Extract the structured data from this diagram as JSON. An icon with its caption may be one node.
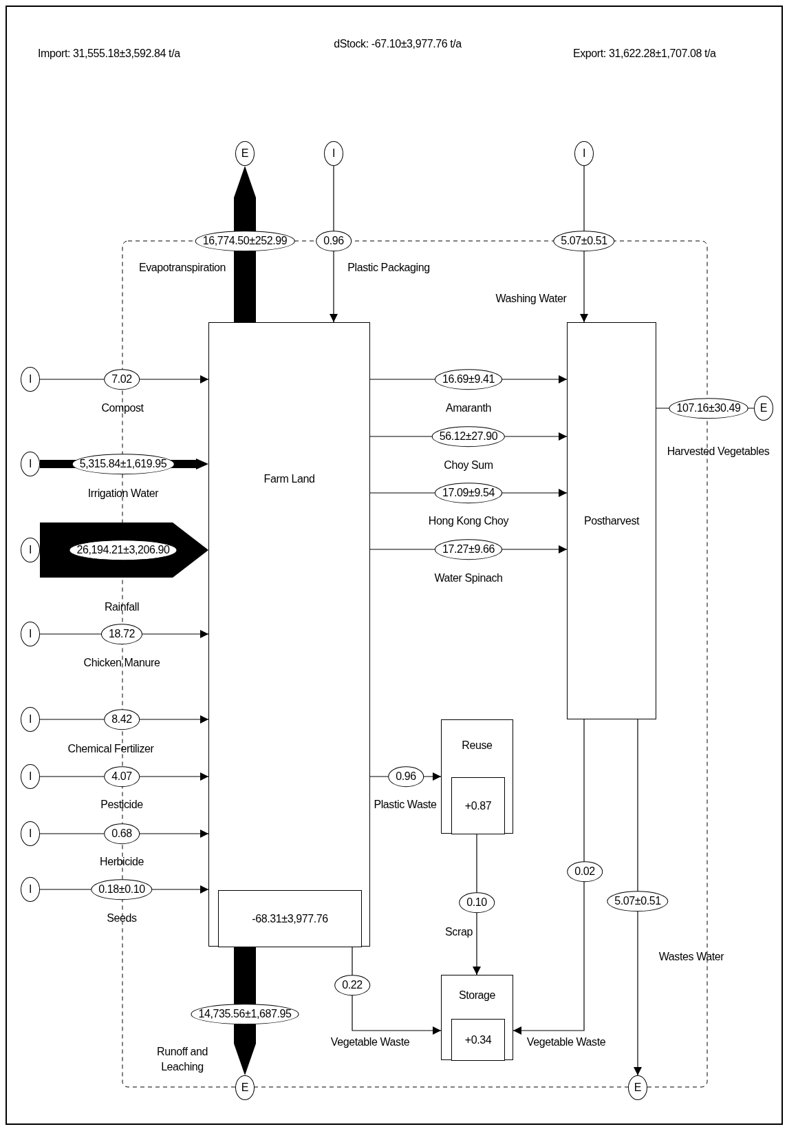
{
  "diagram": {
    "nodes": [
      {
        "text": [
          "E"
        ]
      },
      {
        "text": [
          "I"
        ]
      },
      {
        "text": [
          "I"
        ]
      },
      {
        "text": [
          "Farm Land"
        ]
      },
      {
        "text": [
          "-68.31±3,977.76"
        ],
        "in": 3
      },
      {
        "text": [
          "Postharvest"
        ]
      },
      {
        "text": [
          "I"
        ]
      },
      {
        "text": [
          "I"
        ]
      },
      {
        "text": [
          "I"
        ]
      },
      {
        "text": [
          "I"
        ]
      },
      {
        "text": [
          "I"
        ]
      },
      {
        "text": [
          "I"
        ]
      },
      {
        "text": [
          "I"
        ]
      },
      {
        "text": [
          "I"
        ]
      },
      {
        "text": [
          "E"
        ]
      },
      {
        "text": [
          "Reuse"
        ]
      },
      {
        "text": [
          "+0.87"
        ],
        "in": 15
      },
      {
        "text": [
          "Storage"
        ]
      },
      {
        "text": [
          "+0.34"
        ],
        "in": 17
      },
      {
        "text": [
          "E"
        ]
      },
      {
        "text": [
          "E"
        ]
      }
    ],
    "edges": [
      {
        "from": 3,
        "to": 0,
        "arrow": "to",
        "label": "16,774.50±252.99",
        "style": "thick"
      },
      {
        "from": 1,
        "to": 3,
        "arrow": "to",
        "label": "0.96"
      },
      {
        "from": 2,
        "to": 5,
        "arrow": "to",
        "label": "5.07±0.51"
      },
      {
        "from": 6,
        "to": 3,
        "arrow": "to",
        "label": "7.02"
      },
      {
        "from": 7,
        "to": 3,
        "arrow": "to",
        "label": "5,315.84±1,619.95",
        "style": "thick"
      },
      {
        "from": 8,
        "to": 3,
        "arrow": "to",
        "label": "26,194.21±3,206.90",
        "style": "thick"
      },
      {
        "from": 9,
        "to": 3,
        "arrow": "to",
        "label": "18.72"
      },
      {
        "from": 10,
        "to": 3,
        "arrow": "to",
        "label": "8.42"
      },
      {
        "from": 11,
        "to": 3,
        "arrow": "to",
        "label": "4.07"
      },
      {
        "from": 12,
        "to": 3,
        "arrow": "to",
        "label": "0.68"
      },
      {
        "from": 13,
        "to": 3,
        "arrow": "to",
        "label": "0.18±0.10"
      },
      {
        "from": 3,
        "to": 5,
        "arrow": "to",
        "label": "16.69±9.41"
      },
      {
        "from": 3,
        "to": 5,
        "arrow": "to",
        "label": "56.12±27.90"
      },
      {
        "from": 3,
        "to": 5,
        "arrow": "to",
        "label": "17.09±9.54"
      },
      {
        "from": 3,
        "to": 5,
        "arrow": "to",
        "label": "17.27±9.66"
      },
      {
        "from": 5,
        "to": 14,
        "arrow": "none",
        "label": "107.16±30.49"
      },
      {
        "from": 3,
        "to": 15,
        "arrow": "to",
        "label": "0.96"
      },
      {
        "from": 15,
        "to": 17,
        "arrow": "to",
        "label": "0.10"
      },
      {
        "from": 3,
        "to": 17,
        "arrow": "to",
        "label": "0.22"
      },
      {
        "from": 5,
        "to": 17,
        "arrow": "to",
        "label": "0.02"
      },
      {
        "from": 5,
        "to": 20,
        "arrow": "to",
        "label": "5.07±0.51"
      },
      {
        "from": 3,
        "to": 19,
        "arrow": "to",
        "label": "14,735.56±1,687.95",
        "style": "thick"
      }
    ],
    "labels": [
      "Import: 31,555.18±3,592.84 t/a",
      "dStock: -67.10±3,977.76 t/a",
      "Export: 31,622.28±1,707.08 t/a",
      "Evapotranspiration",
      "Plastic Packaging",
      "Washing Water",
      "Compost",
      "Amaranth",
      "Harvested Vegetables",
      "Choy Sum",
      "Irrigation Water",
      "Hong Kong Choy",
      "Water Spinach",
      "Rainfall",
      "Chicken Manure",
      "Chemical Fertilizer",
      "Pesticide",
      "Plastic Waste",
      "Herbicide",
      "Seeds",
      "Scrap",
      "Wastes Water",
      "Vegetable Waste",
      "Vegetable Waste",
      "Runoff and Leaching"
    ]
  }
}
